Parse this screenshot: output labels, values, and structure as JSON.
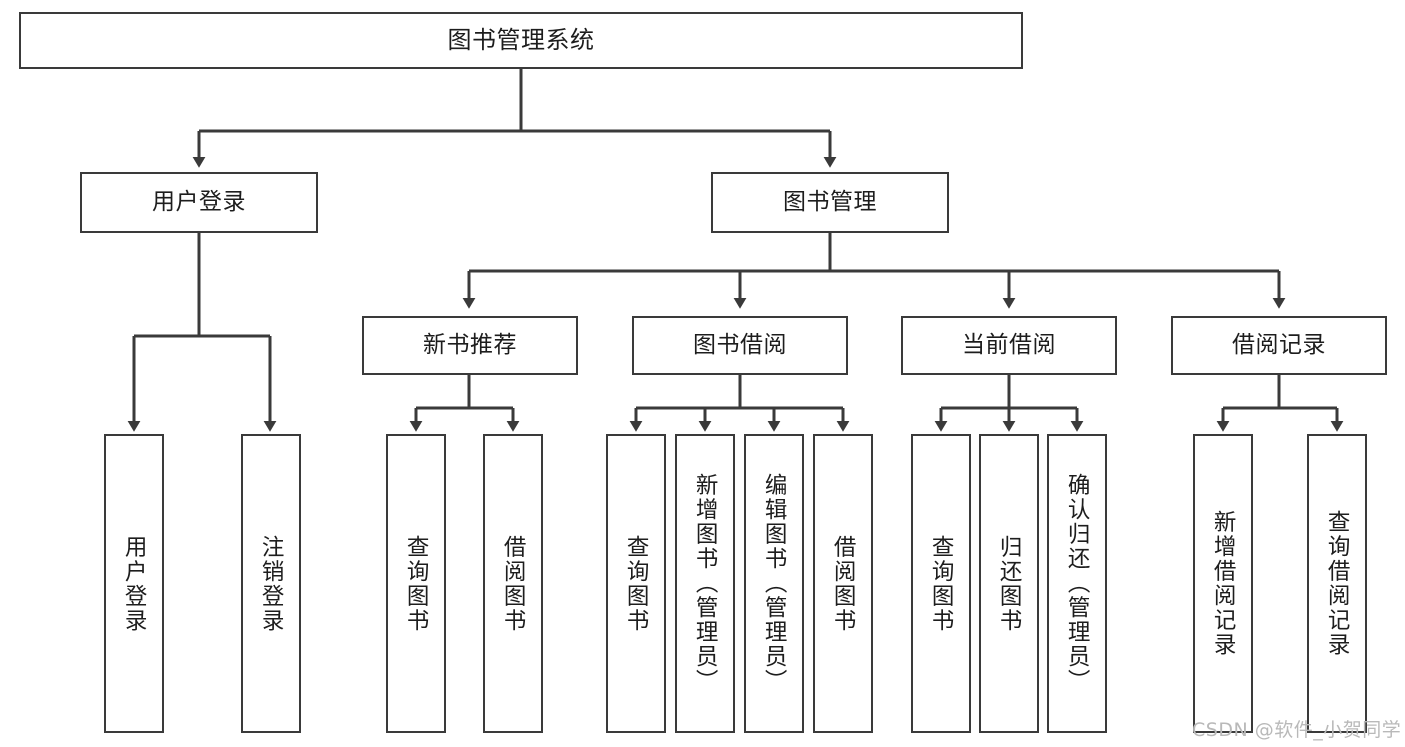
{
  "diagram": {
    "title": "图书管理系统",
    "type": "tree-structure-chart",
    "root": {
      "id": "root",
      "label": "图书管理系统"
    },
    "level2": [
      {
        "id": "user-login",
        "label": "用户登录"
      },
      {
        "id": "book-manage",
        "label": "图书管理"
      }
    ],
    "level3": [
      {
        "id": "new-book-rec",
        "label": "新书推荐",
        "parent": "book-manage"
      },
      {
        "id": "book-borrow",
        "label": "图书借阅",
        "parent": "book-manage"
      },
      {
        "id": "current-borrow",
        "label": "当前借阅",
        "parent": "book-manage"
      },
      {
        "id": "borrow-record",
        "label": "借阅记录",
        "parent": "book-manage"
      }
    ],
    "leaves": [
      {
        "id": "leaf-user-login",
        "label": "用户登录",
        "parent": "user-login"
      },
      {
        "id": "leaf-logout-login",
        "label": "注销登录",
        "parent": "user-login"
      },
      {
        "id": "leaf-query-book-1",
        "label": "查询图书",
        "parent": "new-book-rec"
      },
      {
        "id": "leaf-borrow-book-1",
        "label": "借阅图书",
        "parent": "new-book-rec"
      },
      {
        "id": "leaf-query-book-2",
        "label": "查询图书",
        "parent": "book-borrow"
      },
      {
        "id": "leaf-add-book",
        "label": "新增图书（管理员）",
        "parent": "book-borrow"
      },
      {
        "id": "leaf-edit-book",
        "label": "编辑图书（管理员）",
        "parent": "book-borrow"
      },
      {
        "id": "leaf-borrow-book-2",
        "label": "借阅图书",
        "parent": "book-borrow"
      },
      {
        "id": "leaf-query-book-3",
        "label": "查询图书",
        "parent": "current-borrow"
      },
      {
        "id": "leaf-return-book",
        "label": "归还图书",
        "parent": "current-borrow"
      },
      {
        "id": "leaf-confirm-return",
        "label": "确认归还（管理员）",
        "parent": "current-borrow"
      },
      {
        "id": "leaf-add-record",
        "label": "新增借阅记录",
        "parent": "borrow-record"
      },
      {
        "id": "leaf-query-record",
        "label": "查询借阅记录",
        "parent": "borrow-record"
      }
    ],
    "watermark": "CSDN @软件_小贺同学",
    "colors": {
      "stroke": "#3a3a3a",
      "text": "#1d1d1d",
      "background": "#ffffff",
      "watermark": "#b9b9b9"
    }
  }
}
